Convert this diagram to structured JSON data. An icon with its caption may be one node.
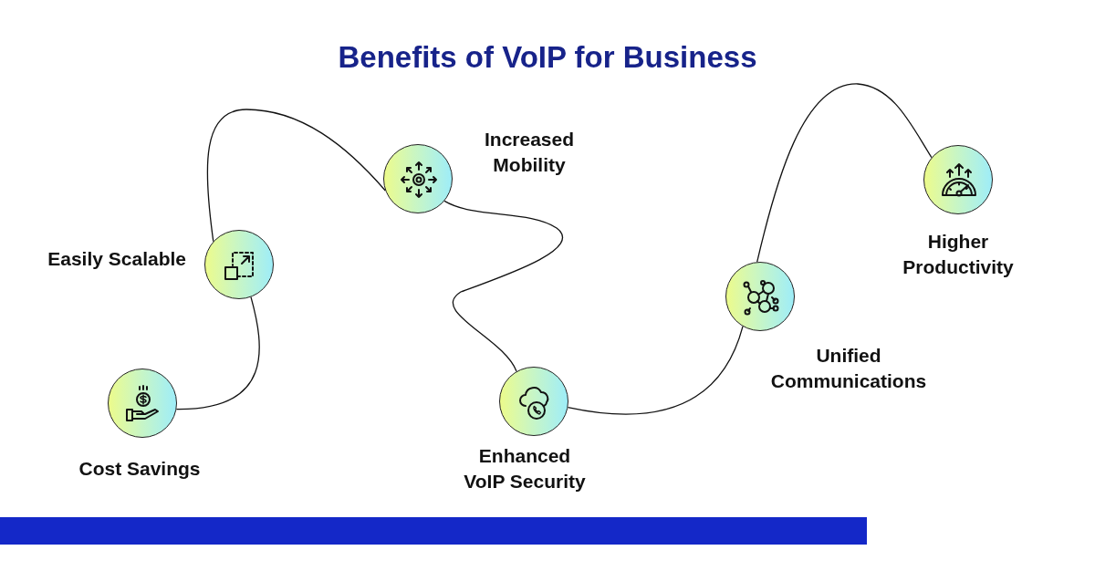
{
  "diagram": {
    "title": "Benefits of VoIP for Business",
    "nodes": [
      {
        "text": [],
        "shape": "circle",
        "beside": [
          "Cost Savings"
        ]
      },
      {
        "text": [],
        "shape": "circle",
        "beside": [
          "Easily Scalable"
        ]
      },
      {
        "text": [],
        "shape": "circle",
        "beside": [
          "Increased Mobility"
        ]
      },
      {
        "text": [],
        "shape": "circle",
        "beside": [
          "Enhanced VoIP Security"
        ]
      },
      {
        "text": [],
        "shape": "circle",
        "beside": [
          "Unified Communications"
        ]
      },
      {
        "text": [],
        "shape": "circle",
        "beside": [
          "Higher Productivity"
        ]
      }
    ],
    "edges": [
      {
        "from": 0,
        "to": 1,
        "arrow": "none"
      },
      {
        "from": 1,
        "to": 2,
        "arrow": "none"
      },
      {
        "from": 2,
        "to": 3,
        "arrow": "none"
      },
      {
        "from": 3,
        "to": 4,
        "arrow": "none"
      },
      {
        "from": 4,
        "to": 5,
        "arrow": "none"
      }
    ]
  }
}
